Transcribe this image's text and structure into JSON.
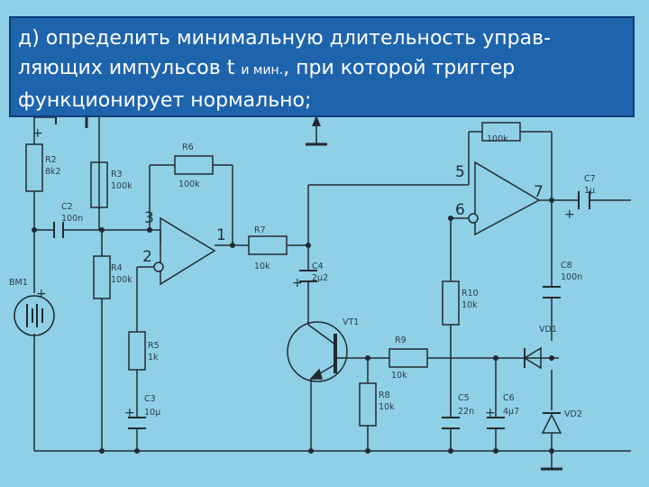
{
  "task": {
    "line1": "д) определить минимальную длительность управ-",
    "line2_start": "ляющих импульсов t",
    "line2_subscript": "и мин.",
    "line2_end": ", при которой триггер",
    "line3": "функционирует нормально;"
  },
  "colors": {
    "background": "#8fd0e6",
    "banner": "#1e64ad",
    "banner_text": "#ffffff",
    "wire": "#222a30",
    "label": "#2c3c48"
  },
  "components": {
    "R2": {
      "name": "R2",
      "value": "8k2"
    },
    "R3": {
      "name": "R3",
      "value": "100k"
    },
    "R4": {
      "name": "R4",
      "value": "100k"
    },
    "R5": {
      "name": "R5",
      "value": "1k"
    },
    "R6": {
      "name": "R6",
      "value": "100k"
    },
    "R7": {
      "name": "R7",
      "value": "10k"
    },
    "R8": {
      "name": "R8",
      "value": "10k"
    },
    "R9": {
      "name": "R9",
      "value": "10k"
    },
    "R10": {
      "name": "R10",
      "value": "10k"
    },
    "R_top": {
      "value": "100k"
    },
    "C2": {
      "name": "C2",
      "value": "100n"
    },
    "C3": {
      "name": "C3",
      "value": "10μ"
    },
    "C4": {
      "name": "C4",
      "value": "2μ2"
    },
    "C5": {
      "name": "C5",
      "value": "22n"
    },
    "C6": {
      "name": "C6",
      "value": "4μ7"
    },
    "C7": {
      "name": "C7",
      "value": "1μ"
    },
    "C8": {
      "name": "C8",
      "value": "100n"
    },
    "BM1": {
      "name": "BM1"
    },
    "VT1": {
      "name": "VT1"
    },
    "VD1": {
      "name": "VD1"
    },
    "VD2": {
      "name": "VD2"
    }
  },
  "pins": {
    "opamp1_in_plus": "3",
    "opamp1_in_minus": "2",
    "opamp1_out": "1",
    "opamp2_in_a": "5",
    "opamp2_in_b": "6",
    "opamp2_out": "7"
  },
  "polarity": {
    "plus": "+"
  }
}
